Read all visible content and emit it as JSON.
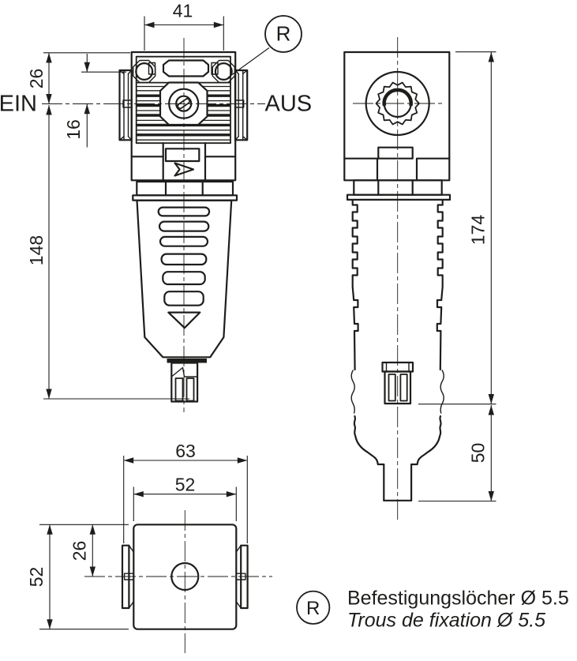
{
  "colors": {
    "line": "#1d1d1b",
    "background": "#ffffff"
  },
  "front_view": {
    "port_in": "EIN",
    "port_out": "AUS",
    "callout": "R",
    "dim_hole_spacing": "41",
    "dim_top_to_port": "26",
    "dim_port_to_hole": "16",
    "dim_port_to_drain": "148"
  },
  "side_view": {
    "dim_height": "174",
    "dim_drain_travel": "50"
  },
  "bottom_view": {
    "dim_overall_width": "63",
    "dim_body_width": "52",
    "dim_depth": "52",
    "dim_center_offset": "26"
  },
  "legend": {
    "callout": "R",
    "line_de": "Befestigungslöcher Ø 5.5",
    "line_fr": "Trous de fixation Ø 5.5"
  }
}
